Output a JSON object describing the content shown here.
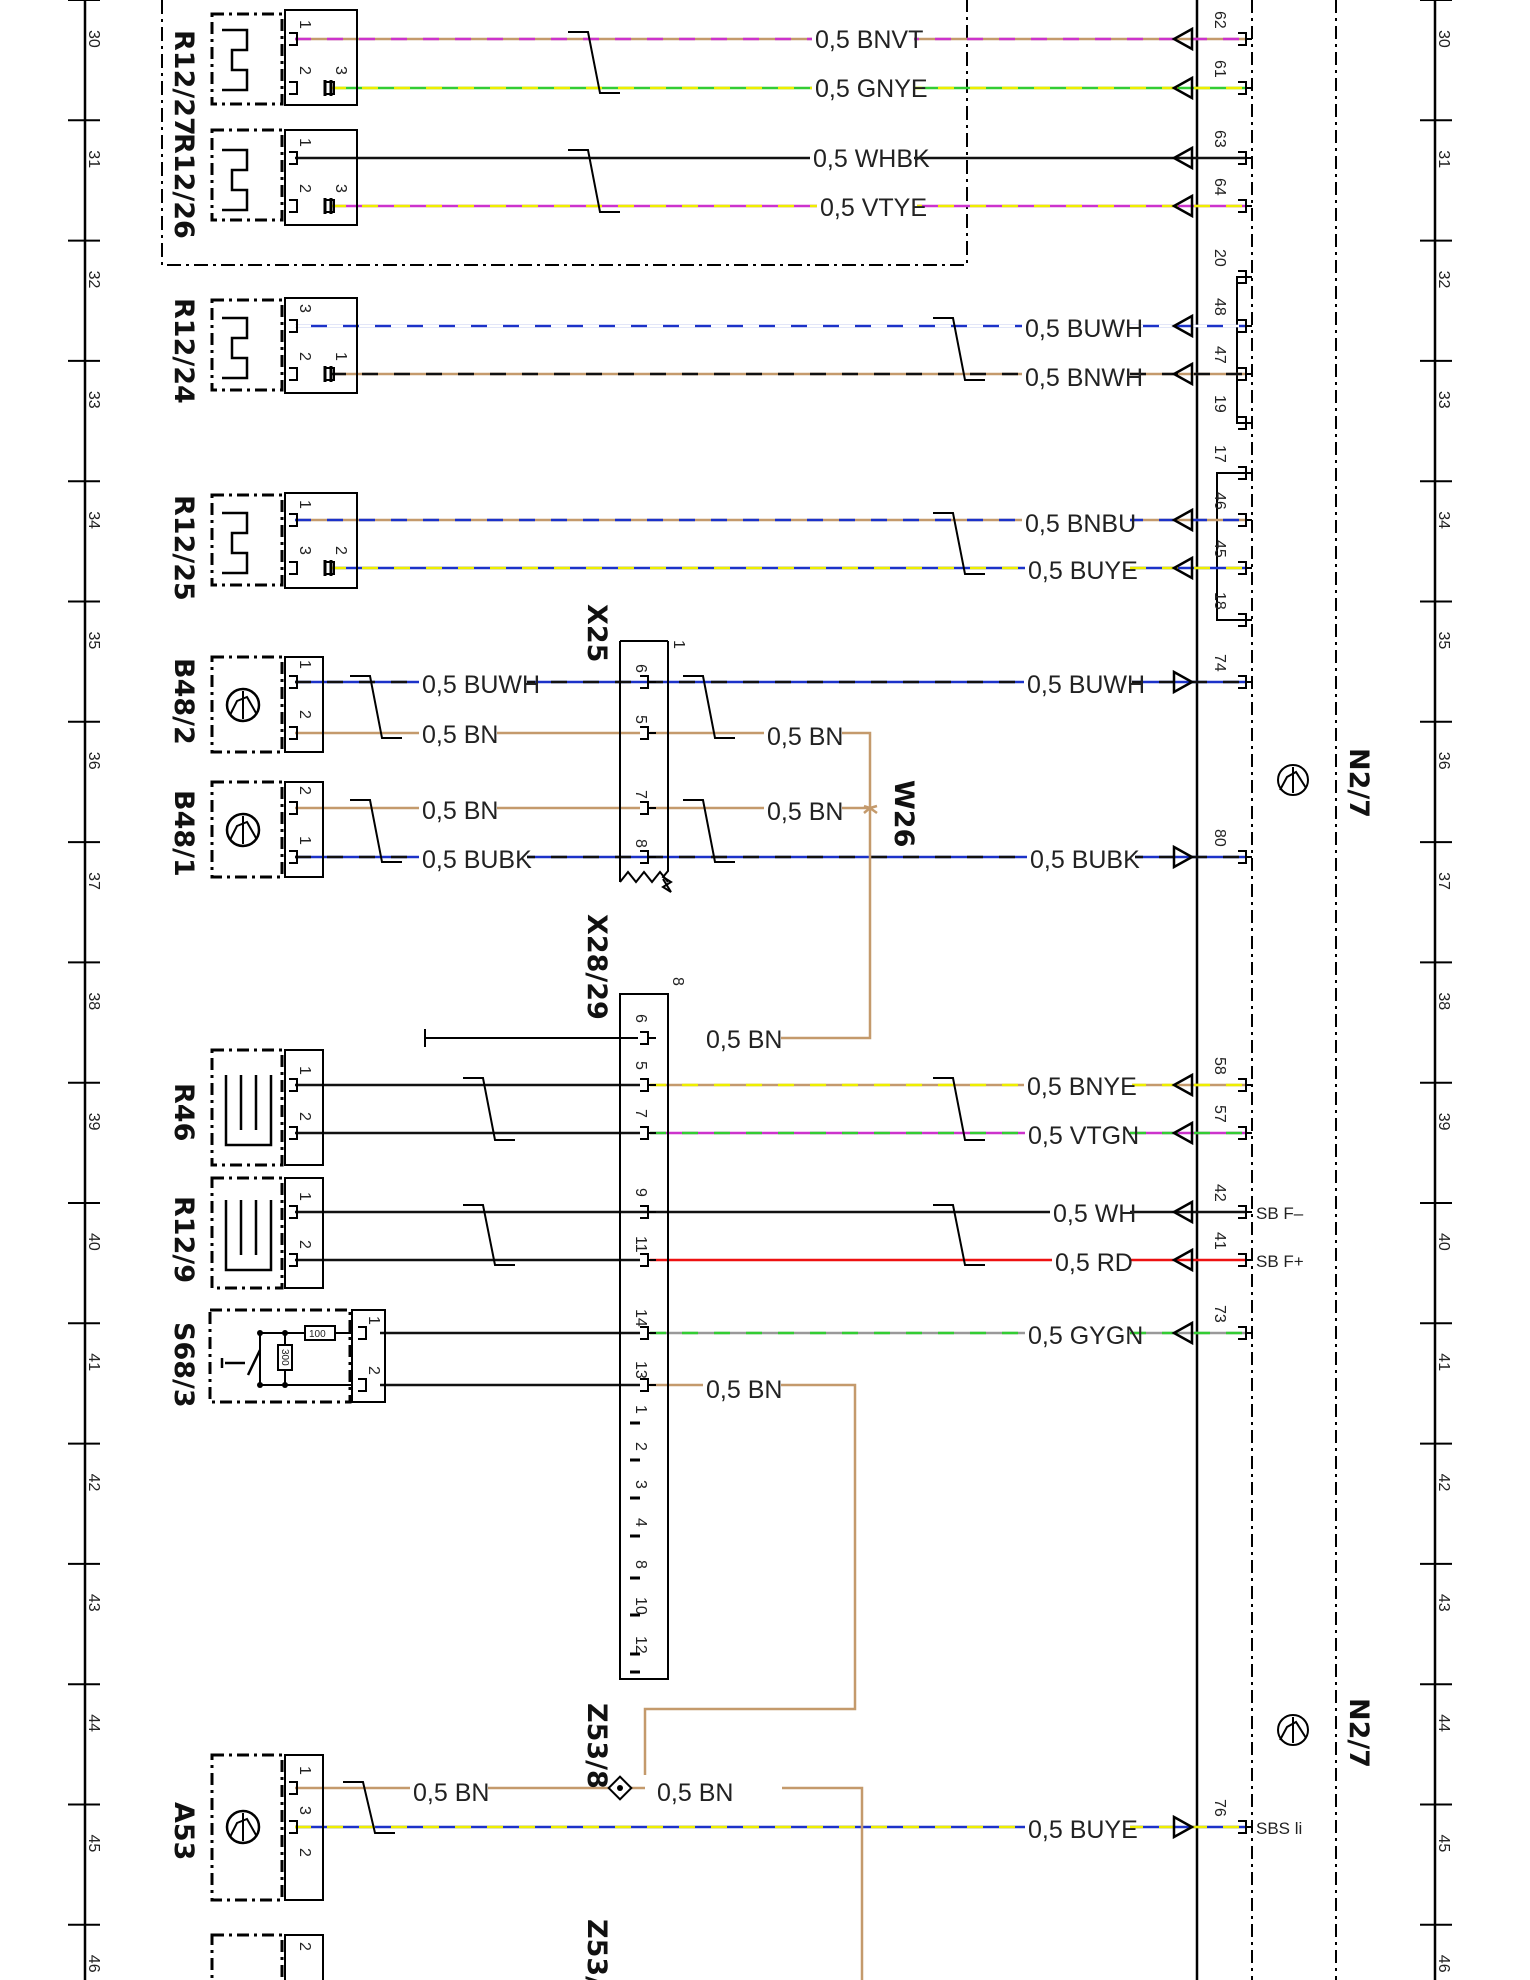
{
  "grid_rows": [
    "30",
    "31",
    "32",
    "33",
    "34",
    "35",
    "36",
    "37",
    "38",
    "39",
    "40",
    "41",
    "42",
    "43",
    "44",
    "45",
    "46"
  ],
  "components": {
    "R12_27": "R12/27",
    "R12_26": "R12/26",
    "R12_24": "R12/24",
    "R12_25": "R12/25",
    "B48_2": "B48/2",
    "B48_1": "B48/1",
    "R46": "R46",
    "R12_9": "R12/9",
    "S68_3": "S68/3",
    "A53": "A53",
    "X25": "X25",
    "X28_29": "X28/29",
    "W26": "W26",
    "Z53_8": "Z53/8",
    "Z53_partial": "Z53/",
    "N2_7_top": "N2/7",
    "N2_7_bottom": "N2/7"
  },
  "connector_counts": {
    "x25": "1",
    "x28_29": "8"
  },
  "s68_resistors": {
    "r1": "100",
    "r2": "300"
  },
  "wires": {
    "bnvt": "0,5 BNVT",
    "gnye": "0,5 GNYE",
    "whbk": "0,5 WHBK",
    "vtye": "0,5 VTYE",
    "buwh_r24": "0,5 BUWH",
    "bnwh": "0,5 BNWH",
    "bnbu": "0,5 BNBU",
    "buye_r25": "0,5 BUYE",
    "b482_buwh_left": "0,5 BUWH",
    "b482_buwh_right": "0,5 BUWH",
    "b482_bn_left": "0,5 BN",
    "b482_bn_right": "0,5 BN",
    "b481_bn_left": "0,5 BN",
    "b481_bn_right": "0,5 BN",
    "b481_bubk_left": "0,5 BUBK",
    "b481_bubk_right": "0,5 BUBK",
    "x28_p6_bn": "0,5 BN",
    "bnye": "0,5 BNYE",
    "vtgn": "0,5 VTGN",
    "wh": "0,5 WH",
    "rd": "0,5 RD",
    "gygn": "0,5 GYGN",
    "s683_bn": "0,5 BN",
    "a53_bn_left": "0,5 BN",
    "a53_bn_right": "0,5 BN",
    "a53_buye": "0,5 BUYE"
  },
  "n27_pins": [
    "62",
    "61",
    "63",
    "64",
    "20",
    "48",
    "47",
    "19",
    "17",
    "46",
    "45",
    "18",
    "74",
    "80",
    "58",
    "57",
    "42",
    "41",
    "73",
    "76"
  ],
  "n27_signals": {
    "p42": "SB F–",
    "p41": "SB F+",
    "p76": "SBS li"
  },
  "component_pins": {
    "r1227": [
      "1",
      "2",
      "3"
    ],
    "r1226": [
      "1",
      "2",
      "3"
    ],
    "r1224": [
      "3",
      "2",
      "1"
    ],
    "r1225": [
      "1",
      "3",
      "2"
    ],
    "b482": [
      "1",
      "2"
    ],
    "b481": [
      "2",
      "1"
    ],
    "r46": [
      "1",
      "2"
    ],
    "r129": [
      "1",
      "2"
    ],
    "s683": [
      "1",
      "2"
    ],
    "a53": [
      "1",
      "3",
      "2"
    ],
    "z53_bottom": [
      "2"
    ]
  },
  "x25_pins": [
    "6",
    "5",
    "7",
    "8"
  ],
  "x28_pins": [
    "6",
    "5",
    "7",
    "9",
    "11",
    "14",
    "13",
    "1",
    "2",
    "3",
    "4",
    "8",
    "10",
    "12"
  ],
  "colors": {
    "BN": "#c49a6c",
    "BU": "#1c32c8",
    "VT": "#cc33cc",
    "GN": "#33cc33",
    "YE": "#eeee00",
    "WH": "#ffffff",
    "BK": "#111111",
    "RD": "#ee1111",
    "GY": "#999999"
  }
}
